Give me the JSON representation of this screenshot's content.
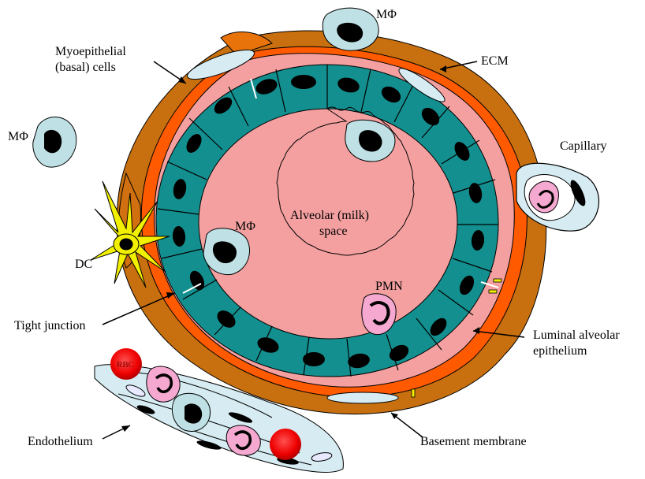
{
  "labels": {
    "mphi_top": "MΦ",
    "mphi_left": "MΦ",
    "mphi_center": "MΦ",
    "ecm": "ECM",
    "myoepithelial_line1": "Myoepithelial",
    "myoepithelial_line2": "(basal) cells",
    "capillary": "Capillary",
    "alveolar_line1": "Alveolar (milk)",
    "alveolar_line2": "space",
    "dc": "DC",
    "pmn": "PMN",
    "tight_junction": "Tight junction",
    "luminal_line1": "Luminal alveolar",
    "luminal_line2": "epithelium",
    "rbc": "RBC",
    "endothelium": "Endothelium",
    "basement_membrane": "Basement membrane"
  },
  "colors": {
    "ecm": "#c8700f",
    "basement": "#ff5a00",
    "myoepithelial": "#f4a0a0",
    "epithelium": "#138f8f",
    "nucleus": "#000000",
    "macrophage": "#bfe0e4",
    "pmn": "#f5a8d0",
    "rbc": "#ee0000",
    "dendritic": "#f2f000",
    "endothelium": "#d6ecf2"
  }
}
